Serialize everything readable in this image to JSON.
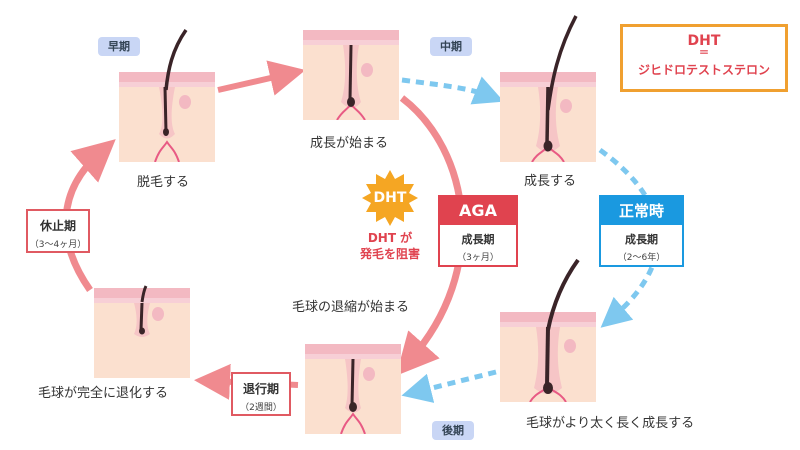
{
  "definition": {
    "term": "DHT",
    "equals": "＝",
    "expansion": "ジヒドロテストステロン"
  },
  "phases": {
    "early": "早期",
    "middle": "中期",
    "late": "後期"
  },
  "captions": {
    "shedding": "脱毛する",
    "growth_starts": "成長が始まる",
    "growing": "成長する",
    "bulb_shrink_starts": "毛球の退縮が始まる",
    "thicker_longer": "毛球がより太く長く成長する",
    "bulb_fully_regressed": "毛球が完全に退化する"
  },
  "stages": {
    "resting": {
      "title": "休止期",
      "duration": "（3～4ヶ月）"
    },
    "regression": {
      "title": "退行期",
      "duration": "（2週間）"
    }
  },
  "aga": {
    "label": "AGA",
    "title": "成長期",
    "duration": "（3ヶ月）"
  },
  "normal": {
    "label": "正常時",
    "title": "成長期",
    "duration": "（2～6年）"
  },
  "dht_badge": {
    "label": "DHT",
    "line1": "DHT が",
    "line2": "発毛を阻害"
  },
  "colors": {
    "pink_arrow": "#f08a8f",
    "blue_dashed": "#7ec8ef",
    "aga_red": "#e0434f",
    "normal_blue": "#1a99e0",
    "burst_orange": "#f5a623",
    "def_border": "#f0a030",
    "pill_bg": "#c9d6f5",
    "skin": "#fbe0cf",
    "skin_top": "#f3b9c2",
    "hair": "#3a2428"
  }
}
